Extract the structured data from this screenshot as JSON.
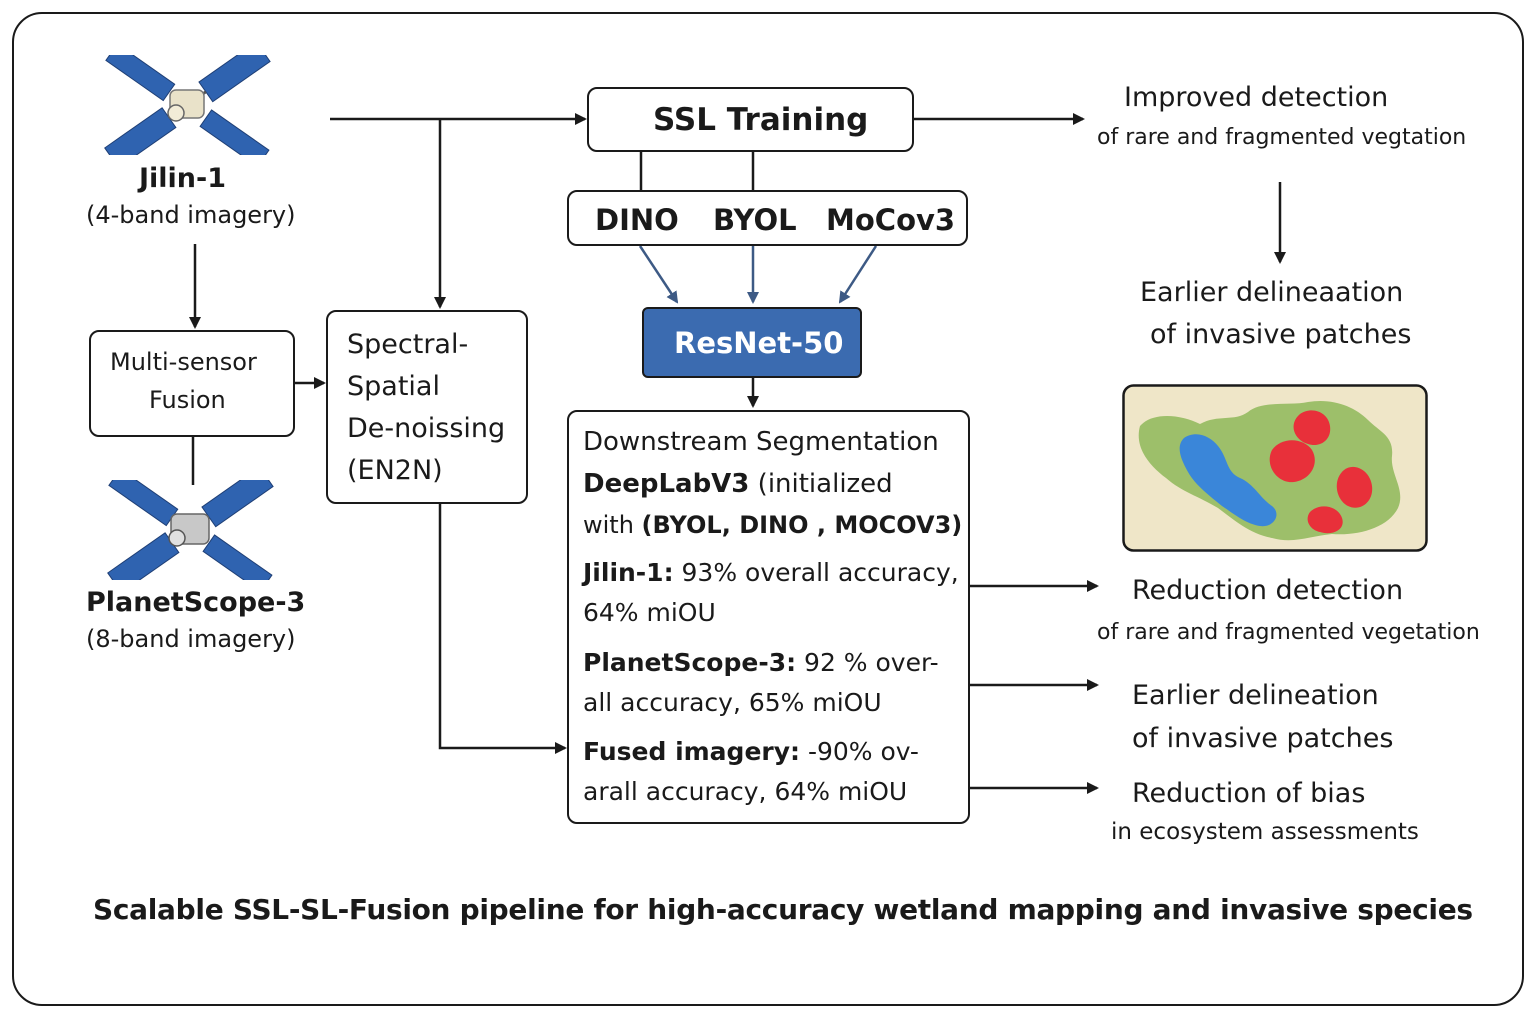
{
  "sources": {
    "jilin": {
      "name": "Jilin-1",
      "desc": "(4-band imagery)"
    },
    "planet": {
      "name": "PlanetScope-3",
      "desc": "(8-band imagery)"
    }
  },
  "fusion": {
    "line1": "Multi-sensor",
    "line2": "Fusion"
  },
  "denoise": {
    "line1": "Spectral-",
    "line2": "Spatial",
    "line3": "De-noissing",
    "line4": "(EN2N)"
  },
  "ssl": {
    "title": "SSL Training",
    "methods": [
      "DINO",
      "BYOL",
      "MoCov3"
    ]
  },
  "backbone": {
    "label": "ResNet-50"
  },
  "downstream": {
    "title": "Downstream Segmentation",
    "model_bold": "DeepLabV3",
    "model_rest": " (initialized",
    "with_prefix": "with ",
    "with_bold": "(BYOL, DINO , MOCOV3)",
    "jilin_label": "Jilin-1:",
    "jilin_text1": " 93% overall accuracy,",
    "jilin_text2": "64% miOU",
    "planet_label": "PlanetScope-3:",
    "planet_text1": " 92 % over-",
    "planet_text2": "all accuracy, 65% miOU",
    "fused_label": "Fused imagery:",
    "fused_text1": " -90% ov-",
    "fused_text2": "arall accuracy, 64% miOU"
  },
  "outcomes": {
    "o1": {
      "title": "Improved detection",
      "sub": "of rare and fragmented vegtation"
    },
    "o2": {
      "title": "Earlier delineaation",
      "sub": "of invasive patches"
    },
    "o3": {
      "title": "Reduction detection",
      "sub": "of rare and fragmented vegetation"
    },
    "o4": {
      "title": "Earlier delineation",
      "sub": "of invasive patches"
    },
    "o5": {
      "title": "Reduction of bias",
      "sub": "in ecosystem assessments"
    }
  },
  "caption": "Scalable SSL-SL-Fusion pipeline for high-accuracy wetland mapping and invasive species",
  "colors": {
    "resnet": "#3b6bb0",
    "map_bg": "#efe6c8",
    "map_land": "#9dbf6a",
    "map_blue": "#3a86d9",
    "map_red": "#e8303a",
    "satellite_panel": "#2f63b0"
  }
}
